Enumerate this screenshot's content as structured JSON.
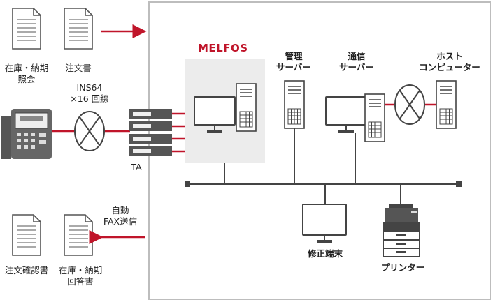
{
  "colors": {
    "accent": "#c0152a",
    "line": "#3a3a3a",
    "panel_border": "#bdbdbd",
    "melfos_bg": "#ececec",
    "device": "#555555"
  },
  "labels": {
    "inquiry": "在庫・納期\n照会",
    "order_form": "注文書",
    "ins_line": "INS64\n×16 回線",
    "ta": "TA",
    "auto_fax": "自動\nFAX送信",
    "order_confirm": "注文確認書",
    "delivery_reply": "在庫・納期\n回答書",
    "melfos": "MELFOS",
    "mgmt_server": "管理\nサーバー",
    "comm_server": "通信\nサーバー",
    "host": "ホスト\nコンピューター",
    "terminal": "修正端末",
    "printer": "プリンター"
  },
  "icons": {
    "doc": "document-icon",
    "fax": "fax-machine-icon",
    "network": "network-switch-icon",
    "ta": "terminal-adapter-icon",
    "pc": "desktop-pc-icon",
    "server": "server-tower-icon",
    "monitor": "monitor-icon",
    "printer": "printer-icon"
  }
}
